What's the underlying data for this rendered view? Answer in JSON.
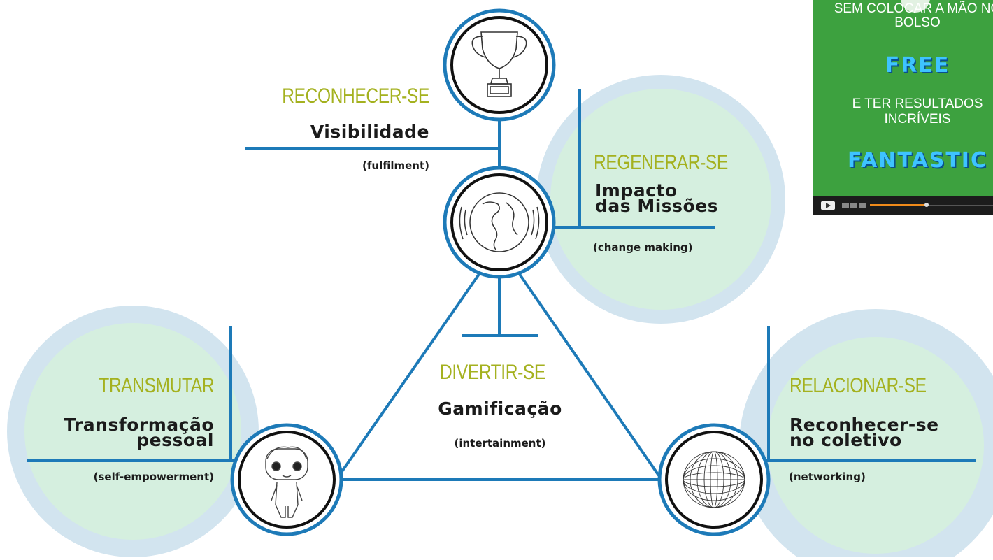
{
  "diagram": {
    "reconhecer": {
      "category": "RECONHECER-SE",
      "title": "Visibilidade",
      "note": "(fulfilment)",
      "icon": "trophy-icon"
    },
    "regenerar": {
      "category": "REGENERAR-SE",
      "title_line1": "Impacto",
      "title_line2": "das Missões",
      "note": "(change making)",
      "icon": "globe-icon"
    },
    "divertir": {
      "category": "DIVERTIR-SE",
      "title": "Gamificação",
      "note": "(intertainment)"
    },
    "transmutar": {
      "category": "TRANSMUTAR",
      "title_line1": "Transformação",
      "title_line2": "pessoal",
      "note": "(self-empowerment)",
      "icon": "person-figure-icon"
    },
    "relacionar": {
      "category": "RELACIONAR-SE",
      "title_line1": "Reconhecer-se",
      "title_line2": "no coletivo",
      "note": "(networking)",
      "icon": "wire-sphere-icon"
    },
    "colors": {
      "line": "#1d7ab8",
      "halo": "#d2e4ef",
      "halo_inner": "#d5efdf",
      "category": "#a4b11f",
      "text": "#1b1b1b"
    }
  },
  "ad": {
    "line1": "SEM COLOCAR A MÃO NO",
    "line2": "BOLSO",
    "word1": "FREE",
    "line3": "E TER RESULTADOS",
    "line4": "INCRÍVEIS",
    "word2": "FANTASTIC",
    "background": "#3da13f",
    "accent": "#3ec3ff"
  }
}
